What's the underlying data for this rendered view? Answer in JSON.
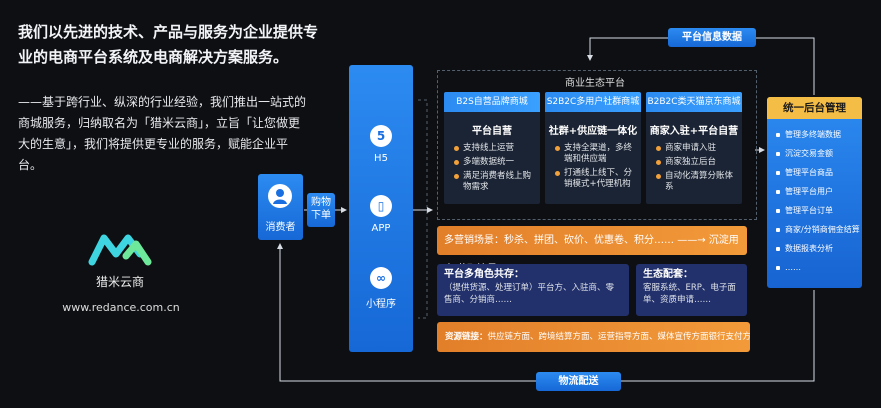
{
  "intro": {
    "heading": "我们以先进的技术、产品与服务为企业提供专业的电商平台系统及电商解决方案服务。",
    "body": "——基于跨行业、纵深的行业经验，我们推出一站式的商城服务，归纳取名为「猎米云商」，立旨「让您做更大的生意」，我们将提供更专业的服务，赋能企业平台。"
  },
  "brand": {
    "name": "猎米云商",
    "url": "www.redance.com.cn"
  },
  "consumer": {
    "label": "消费者",
    "icon": "user-icon"
  },
  "buy": {
    "label": "购物下单"
  },
  "channels": [
    {
      "label": "H5",
      "icon": "html5-icon",
      "glyph": "5"
    },
    {
      "label": "APP",
      "icon": "phone-icon",
      "glyph": "▯"
    },
    {
      "label": "小程序",
      "icon": "mini-program-icon",
      "glyph": "∞"
    }
  ],
  "ecosystem": {
    "title": "商业生态平台",
    "malls": [
      {
        "header": "B2S自营品牌商城",
        "subtitle": "平台自营",
        "items": [
          "支持线上运营",
          "多端数据统一",
          "满足消费者线上购物需求"
        ]
      },
      {
        "header": "S2B2C多用户社群商城",
        "subtitle": "社群+供应链一体化",
        "items": [
          "支持全渠道，多终端和供应端",
          "打通线上线下、分销模式+代理机构"
        ]
      },
      {
        "header": "B2B2C类天猫京东商城",
        "subtitle": "商家入驻+平台自营",
        "items": [
          "商家申请入驻",
          "商家独立后台",
          "自动化清算分账体系"
        ]
      }
    ]
  },
  "scenes": {
    "text": "多营销场景：秒杀、拼团、砍价、优惠卷、积分……",
    "arrow": "——→",
    "result": "沉淀用户 获取流量"
  },
  "multirole": {
    "title": "平台多角色共存：",
    "desc": "（提供货源、处理订单）平台方、入驻商、零售商、分销商……"
  },
  "eco_config": {
    "title": "生态配套：",
    "desc": "客服系统、ERP、电子面单、资质申请……"
  },
  "resources": {
    "title": "资源链接：",
    "desc": "供应链方面、跨境结算方面、运营指导方面、媒体宣传方面银行支付方面……"
  },
  "backend": {
    "title": "统一后台管理",
    "items": [
      "管理多终端数据",
      "沉淀交易金额",
      "管理平台商品",
      "管理平台用户",
      "管理平台订单",
      "商家/分销商佣金结算",
      "数据报表分析",
      "……"
    ]
  },
  "flows": {
    "platform_info": "平台信息数据",
    "logistics": "物流配送"
  },
  "colors": {
    "background": "#0d0f12",
    "primary_blue": "#2c8bf1",
    "orange": "#f29a3a",
    "navy": "#22306b",
    "gold": "#f4bd45",
    "logo_cyan": "#3fd5e0"
  }
}
